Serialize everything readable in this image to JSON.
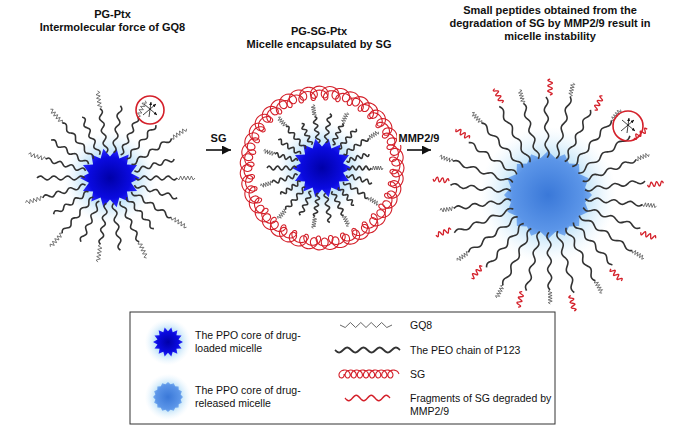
{
  "diagram": {
    "nodes": [
      {
        "text": [
          "PG-Ptx",
          "Intermolecular force of GQ8"
        ]
      },
      {
        "text": [
          "PG-SG-Ptx",
          "Micelle encapsulated by SG"
        ]
      },
      {
        "text": [
          "Small peptides obtained from the degradation of SG by MMP2/9 result in micelle instability"
        ]
      }
    ],
    "edges": [
      {
        "from": 0,
        "to": 1,
        "label": "SG",
        "arrow": "to"
      },
      {
        "from": 1,
        "to": 2,
        "label": "MMP2/9",
        "arrow": "to"
      }
    ],
    "legend": [
      {
        "text": "The PPO core of drug-loaded micelle"
      },
      {
        "text": "The PPO core of drug-released micelle"
      },
      {
        "text": "GQ8"
      },
      {
        "text": "The PEO chain of P123"
      },
      {
        "text": "SG"
      },
      {
        "text": "Fragments of SG degraded by MMP2/9"
      }
    ]
  }
}
